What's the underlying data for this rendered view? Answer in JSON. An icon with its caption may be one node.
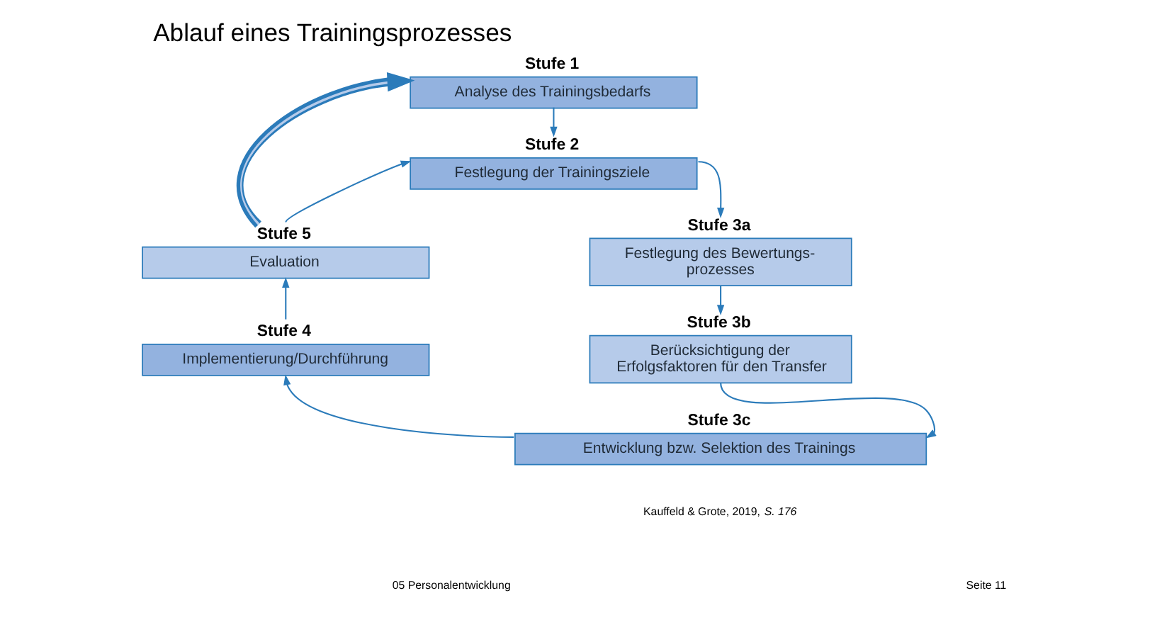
{
  "diagram": {
    "title": "Ablauf eines Trainingsprozesses",
    "nodes": [
      {
        "text": [
          "Stufe 1",
          "Analyse des Trainingsbedarfs"
        ]
      },
      {
        "text": [
          "Stufe 2",
          "Festlegung der Trainingsziele"
        ]
      },
      {
        "text": [
          "Stufe 3a",
          "Festlegung des Bewertungs- prozesses"
        ]
      },
      {
        "text": [
          "Stufe 3b",
          "Berücksichtigung der Erfolgsfaktoren für den Transfer"
        ]
      },
      {
        "text": [
          "Stufe 3c",
          "Entwicklung bzw. Selektion des Trainings"
        ]
      },
      {
        "text": [
          "Stufe 4",
          "Implementierung/Durchführung"
        ]
      },
      {
        "text": [
          "Stufe 5",
          "Evaluation"
        ]
      }
    ],
    "edges": [
      {
        "from": 0,
        "to": 1,
        "arrow": "to"
      },
      {
        "from": 1,
        "to": 2,
        "arrow": "to"
      },
      {
        "from": 2,
        "to": 3,
        "arrow": "to"
      },
      {
        "from": 3,
        "to": 4,
        "arrow": "to"
      },
      {
        "from": 4,
        "to": 5,
        "arrow": "to"
      },
      {
        "from": 5,
        "to": 6,
        "arrow": "to"
      },
      {
        "from": 6,
        "to": 1,
        "arrow": "to"
      },
      {
        "from": 6,
        "to": 0,
        "arrow": "to",
        "style": "thick"
      }
    ],
    "labels": [
      "Kauffeld & Grote, 2019, *S. 176*",
      "05 Personalentwicklung",
      "Seite 11"
    ]
  }
}
